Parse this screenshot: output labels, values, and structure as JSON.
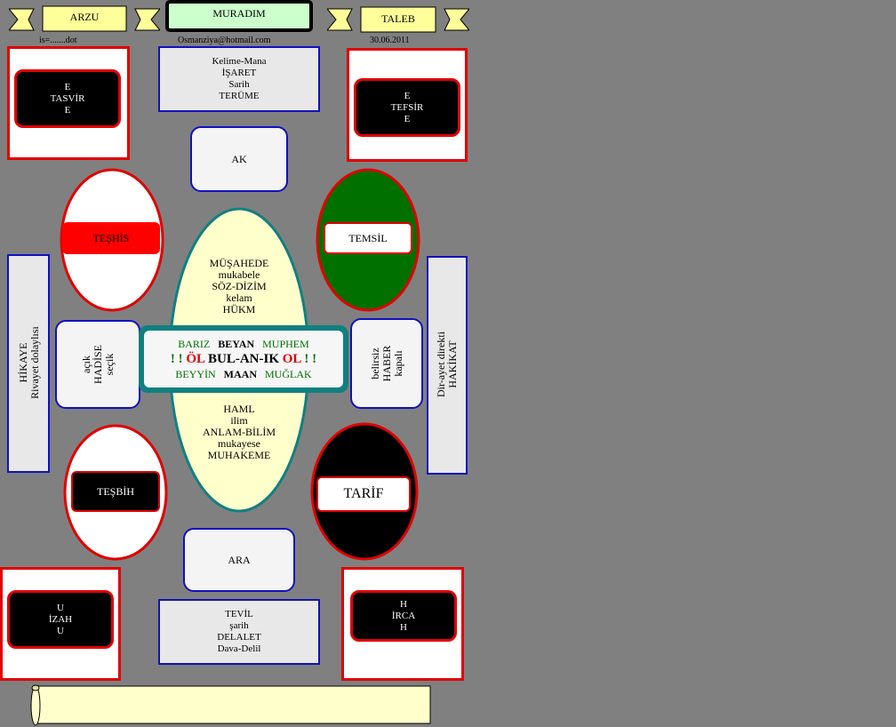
{
  "header": {
    "left_ribbon": "ARZU",
    "center_title": "MURADIM",
    "right_ribbon": "TALEB",
    "left_sub": "is=.......dot",
    "center_sub": "Osmanziya@hotmail.com",
    "right_sub": "30.06.2011"
  },
  "top_center_box": [
    "Kelime-Mana",
    "İŞARET",
    "Sarih",
    "TERÜME"
  ],
  "bottom_center_box": [
    "TEVİL",
    "şarih",
    "DELALET",
    "Dava-Delil"
  ],
  "corners": {
    "top_left": [
      "E",
      "TASVİR",
      "E"
    ],
    "top_right": [
      "E",
      "TEFSİR",
      "E"
    ],
    "bottom_left": [
      "U",
      "İZAH",
      "U"
    ],
    "bottom_right": [
      "H",
      "İRCA",
      "H"
    ]
  },
  "ak": "AK",
  "ara": "ARA",
  "ovals": {
    "teshis": "TEŞHİS",
    "temsil": "TEMSİL",
    "tesbih": "TEŞBİH",
    "tarif": "TARİF"
  },
  "side_left": [
    "HİKAYE",
    "Rivayet dolaylısı"
  ],
  "side_right": [
    "Dir-ayet direkti",
    "HAKİKAT"
  ],
  "hadise": [
    "açık",
    "HADİSE",
    "seçik"
  ],
  "haber": [
    "belirsiz",
    "HABER",
    "kapalı"
  ],
  "ellipse_top": [
    "MÜŞAHEDE",
    "mukabele",
    "SÖZ-DİZİM",
    "kelam",
    "HÜKM"
  ],
  "ellipse_bottom": [
    "HAML",
    "ilim",
    "ANLAM-BİLİM",
    "mukayese",
    "MUHAKEME"
  ],
  "center": {
    "row1": [
      "BARIZ",
      "BEYAN",
      "MUPHEM"
    ],
    "row2": [
      "! !",
      "ÖL",
      "BUL-AN-IK",
      "OL",
      "! !"
    ],
    "row3": [
      "BEYYİN",
      "MAAN",
      "MUĞLAK"
    ]
  },
  "scroll_text": "",
  "colors": {
    "background": "#808080",
    "red": "#e00000",
    "blue": "#1010c0",
    "green": "#007000",
    "teal": "#108080",
    "ellipse_fill": "#ffffcc",
    "header_green": "#ccffcc",
    "ribbon_yellow": "#ffff99"
  }
}
